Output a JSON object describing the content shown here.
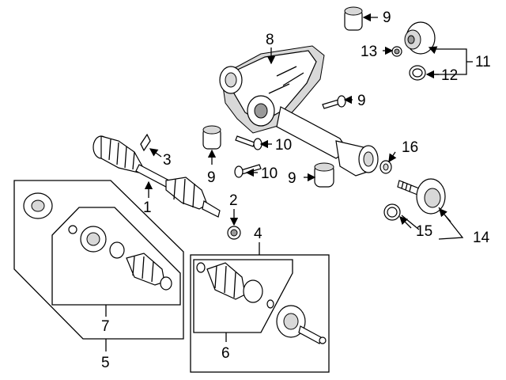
{
  "callouts": {
    "c1": "1",
    "c2": "2",
    "c3": "3",
    "c4": "4",
    "c5": "5",
    "c6": "6",
    "c7": "7",
    "c8": "8",
    "c9a": "9",
    "c9b": "9",
    "c9c": "9",
    "c9d": "9",
    "c10a": "10",
    "c10b": "10",
    "c11": "11",
    "c12": "12",
    "c13": "13",
    "c14": "14",
    "c15": "15",
    "c16": "16"
  }
}
